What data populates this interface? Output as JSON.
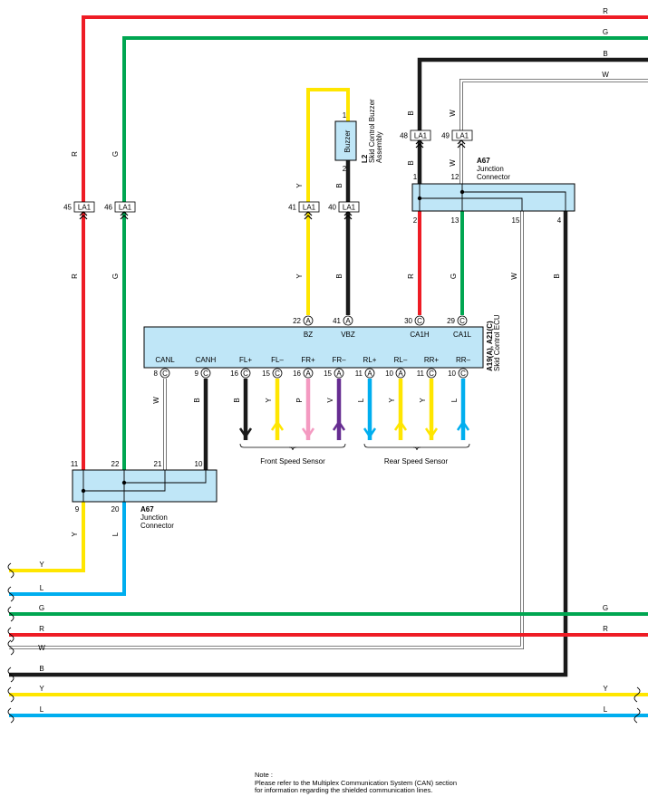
{
  "colors": {
    "R": "#ee1c25",
    "G": "#00a651",
    "B": "#1a1a1a",
    "W": "#ffffff",
    "Y": "#ffe600",
    "L": "#00aeef",
    "P": "#f49ac1",
    "V": "#662d91",
    "box_fill": "#bfe6f7"
  },
  "wire_labels": {
    "R": "R",
    "G": "G",
    "B": "B",
    "W": "W",
    "Y": "Y",
    "L": "L",
    "P": "P",
    "V": "V"
  },
  "connector_la1": "LA1",
  "la1_pins": [
    "45",
    "46",
    "41",
    "40",
    "48",
    "49"
  ],
  "buzzer": {
    "label": "Buzzer",
    "id": "L2",
    "name_line1": "Skid Control Buzzer",
    "name_line2": "Assembly",
    "pins": [
      "1",
      "2"
    ]
  },
  "junction_top": {
    "id": "A67",
    "name_line1": "Junction",
    "name_line2": "Connector",
    "pins": [
      "1",
      "12",
      "2",
      "13",
      "15",
      "4"
    ]
  },
  "junction_bottom": {
    "id": "A67",
    "name_line1": "Junction",
    "name_line2": "Connector",
    "pins": [
      "11",
      "22",
      "21",
      "10",
      "9",
      "20"
    ]
  },
  "ecu": {
    "id": "A19(A), A21(C)",
    "name": "Skid Control ECU",
    "top_pins": [
      {
        "num": "22",
        "conn": "A",
        "name": "BZ"
      },
      {
        "num": "41",
        "conn": "A",
        "name": "VBZ"
      },
      {
        "num": "30",
        "conn": "C",
        "name": "CA1H"
      },
      {
        "num": "29",
        "conn": "C",
        "name": "CA1L"
      }
    ],
    "bottom_pins": [
      {
        "num": "8",
        "conn": "C",
        "name": "CANL"
      },
      {
        "num": "9",
        "conn": "C",
        "name": "CANH"
      },
      {
        "num": "16",
        "conn": "C",
        "name": "FL+"
      },
      {
        "num": "15",
        "conn": "C",
        "name": "FL–"
      },
      {
        "num": "16",
        "conn": "A",
        "name": "FR+"
      },
      {
        "num": "15",
        "conn": "A",
        "name": "FR–"
      },
      {
        "num": "11",
        "conn": "A",
        "name": "RL+"
      },
      {
        "num": "10",
        "conn": "A",
        "name": "RL–"
      },
      {
        "num": "11",
        "conn": "C",
        "name": "RR+"
      },
      {
        "num": "10",
        "conn": "C",
        "name": "RR–"
      }
    ]
  },
  "sensors": {
    "front": "Front Speed Sensor",
    "rear": "Rear Speed Sensor"
  },
  "note": {
    "title": "Note :",
    "line1": "Please refer to the Multiplex Communication System (CAN) section",
    "line2": "for information regarding the shielded communication lines."
  }
}
